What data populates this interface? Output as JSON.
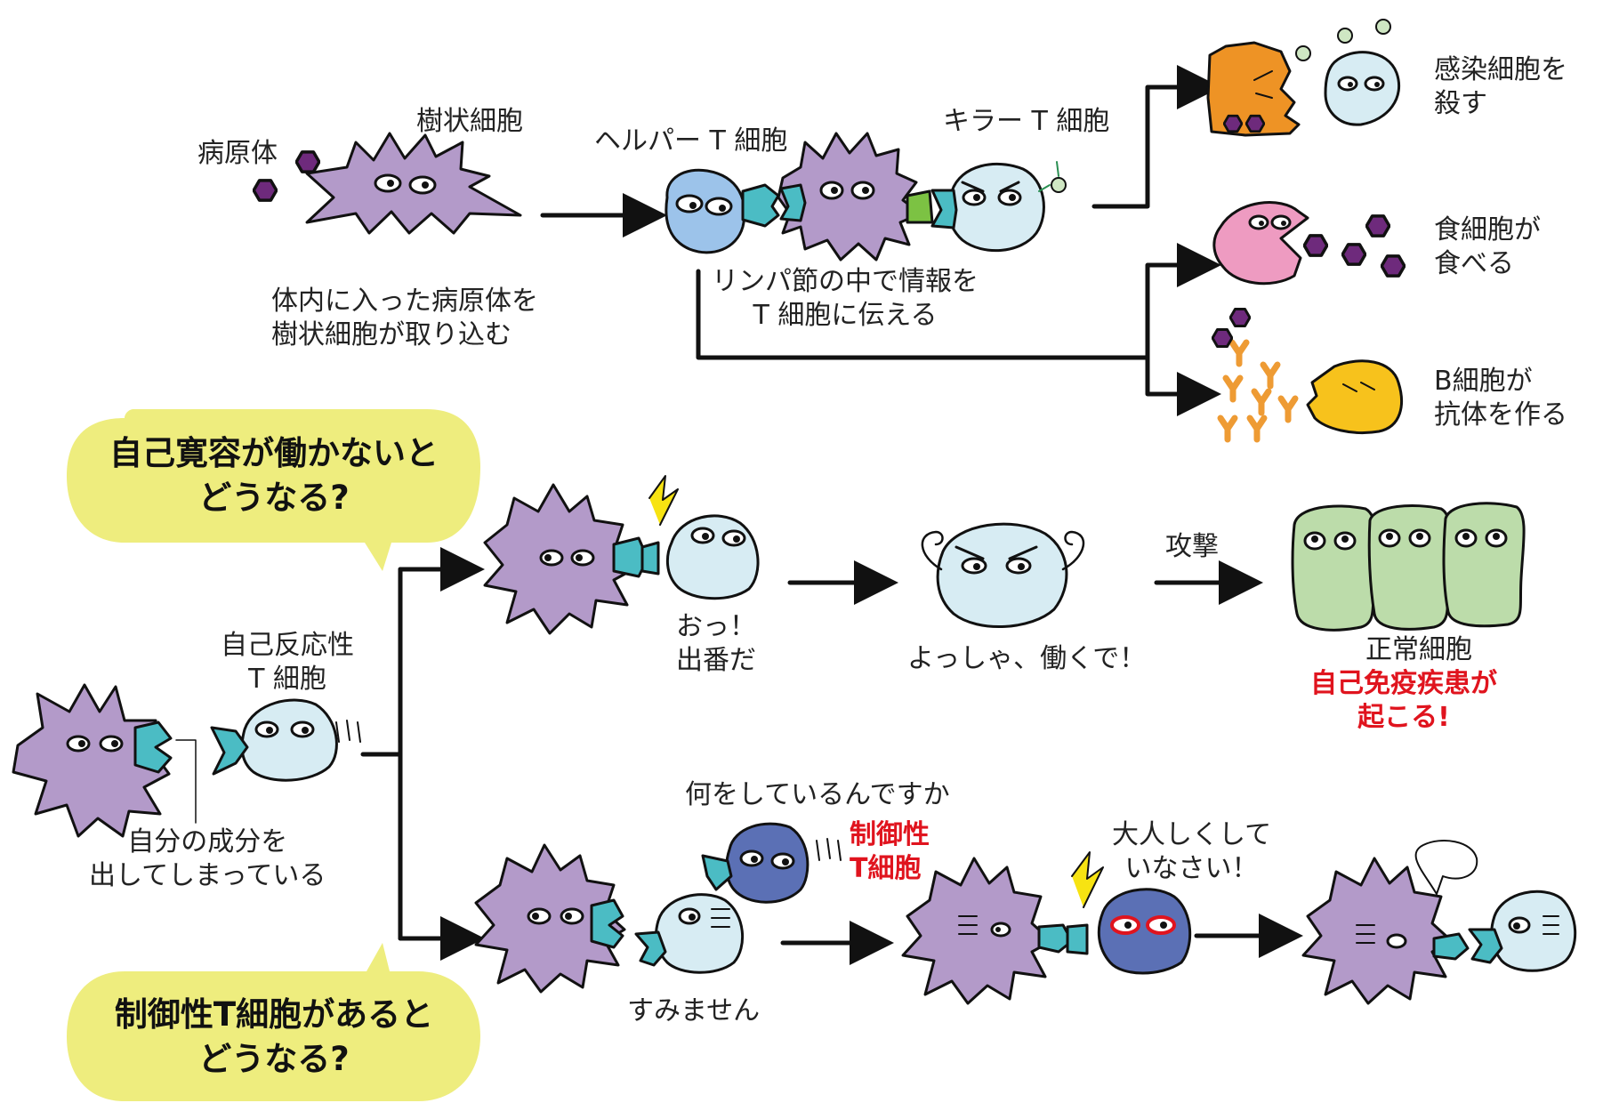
{
  "colors": {
    "dendritic": "#b39ac9",
    "helper": "#9cc3ea",
    "killer": "#d7ecf3",
    "regulatory": "#5b70b5",
    "pathogen": "#6e2a7c",
    "receptor": "#4bbcc4",
    "mhc_green": "#7cc243",
    "infected": "#ee9325",
    "macrophage": "#ee9bc1",
    "bcell": "#f7c21c",
    "antibody": "#ee9b34",
    "normal_cell": "#bcdcaa",
    "bubble": "#eeed7e",
    "alert": "#e0141e"
  },
  "top": {
    "pathogen": "病原体",
    "dendritic": "樹状細胞",
    "helper": "ヘルパー T 細胞",
    "killer": "キラー T 細胞",
    "uptake": "体内に入った病原体を\n樹状細胞が取り込む",
    "lymph": "リンパ節の中で情報を\nT 細胞に伝える",
    "kill": "感染細胞を\n殺す",
    "eat": "食細胞が\n食べる",
    "antibody": "B細胞が\n抗体を作る"
  },
  "bottom": {
    "q_no_tolerance": "自己寛容が働かないと\nどうなる?",
    "q_regulatory": "制御性T細胞があると\nどうなる?",
    "autoreactive": "自己反応性\nT 細胞",
    "self_component": "自分の成分を\n出してしまっている",
    "ooh": "おっ！\n出番だ",
    "yosha": "よっしゃ、働くで！",
    "attack": "攻撃",
    "normal": "正常細胞",
    "disease": "自己免疫疾患が\n起こる!",
    "nani": "何をしているんですか",
    "reg_label": "制御性\nT細胞",
    "sumimasen": "すみません",
    "otonashiku": "大人しくして\nいなさい！"
  }
}
